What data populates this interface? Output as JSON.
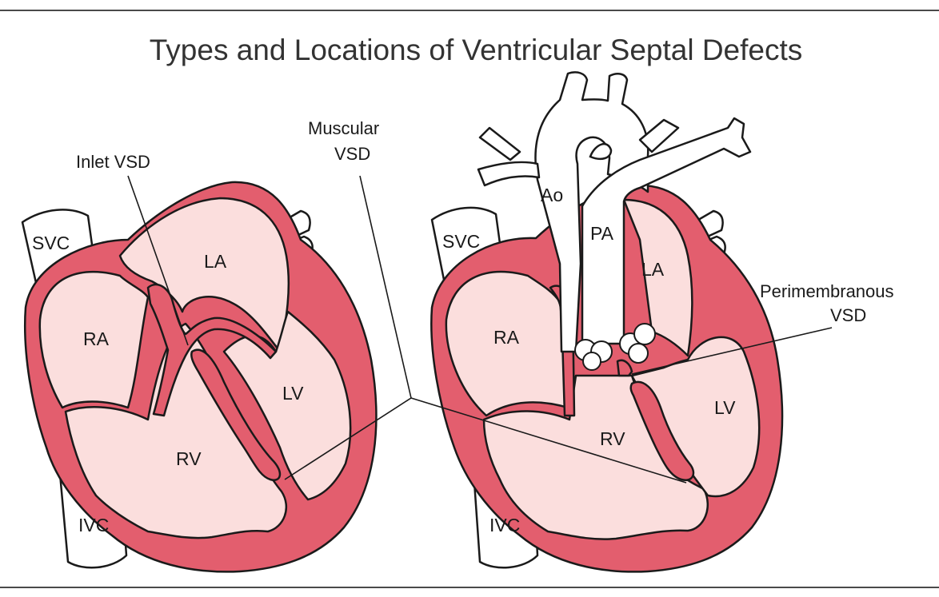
{
  "title": "Types and Locations of Ventricular Septal Defects",
  "colors": {
    "myocardium": "#e35e6e",
    "chamber": "#fbdedd",
    "vessel": "#ffffff",
    "outline": "#1a1a1a",
    "frame": "#4a4a4a"
  },
  "left_heart": {
    "labels": {
      "svc": "SVC",
      "ivc": "IVC",
      "ra": "RA",
      "la": "LA",
      "rv": "RV",
      "lv": "LV"
    }
  },
  "right_heart": {
    "labels": {
      "svc": "SVC",
      "ivc": "IVC",
      "ra": "RA",
      "la": "LA",
      "rv": "RV",
      "lv": "LV",
      "ao": "Ao",
      "pa": "PA"
    }
  },
  "annotations": {
    "inlet": "Inlet VSD",
    "muscular_line1": "Muscular",
    "muscular_line2": "VSD",
    "perimembranous_line1": "Perimembranous",
    "perimembranous_line2": "VSD"
  }
}
